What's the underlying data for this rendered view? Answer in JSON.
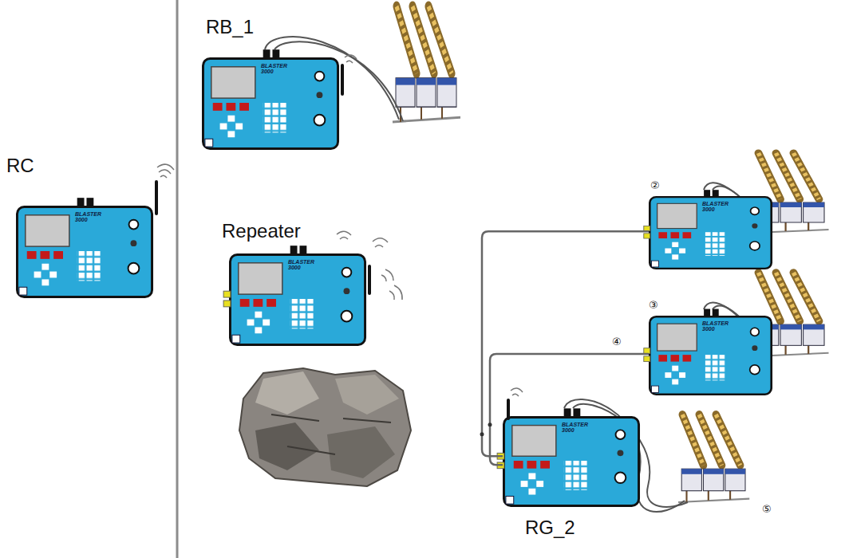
{
  "diagram": {
    "nodes": [
      {
        "text": [
          "RC",
          "BLASTER 3000"
        ]
      },
      {
        "text": [
          "RB_1",
          "BLASTER 3000"
        ]
      },
      {
        "text": [
          "Repeater",
          "BLASTER 3000"
        ]
      },
      {
        "text": [
          "②",
          "BLASTER 3000"
        ]
      },
      {
        "text": [
          "③",
          "BLASTER 3000"
        ]
      },
      {
        "text": [
          "RG_2",
          "BLASTER 3000"
        ]
      }
    ],
    "edges": [
      {
        "from": 5,
        "to": 3,
        "arrow": "none"
      },
      {
        "from": 5,
        "to": 4,
        "label": "④",
        "arrow": "none"
      }
    ],
    "labels": [
      "⑤"
    ]
  }
}
